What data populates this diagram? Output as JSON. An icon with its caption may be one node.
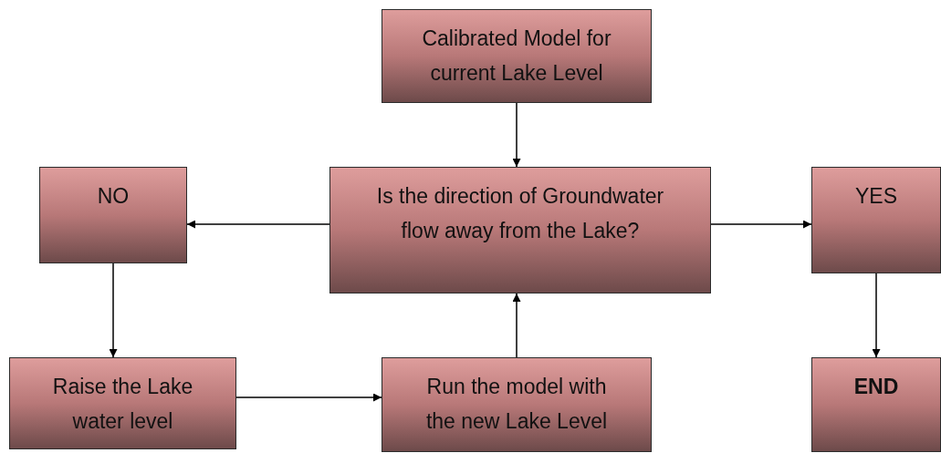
{
  "diagram": {
    "nodes": [
      {
        "text": [
          "Calibrated Model for current Lake Level"
        ]
      },
      {
        "text": [
          "Is the direction of Groundwater flow away from the Lake?"
        ]
      },
      {
        "text": [
          "NO"
        ]
      },
      {
        "text": [
          "YES"
        ]
      },
      {
        "text": [
          "Raise the Lake water level"
        ]
      },
      {
        "text": [
          "Run the model with the new Lake Level"
        ]
      },
      {
        "text": [
          "END"
        ]
      }
    ],
    "edges": [
      {
        "from": 0,
        "to": 1,
        "arrow": "to"
      },
      {
        "from": 1,
        "to": 2,
        "arrow": "to"
      },
      {
        "from": 1,
        "to": 3,
        "arrow": "to"
      },
      {
        "from": 2,
        "to": 4,
        "arrow": "to"
      },
      {
        "from": 4,
        "to": 5,
        "arrow": "to"
      },
      {
        "from": 5,
        "to": 1,
        "arrow": "to"
      },
      {
        "from": 3,
        "to": 6,
        "arrow": "to"
      }
    ]
  }
}
